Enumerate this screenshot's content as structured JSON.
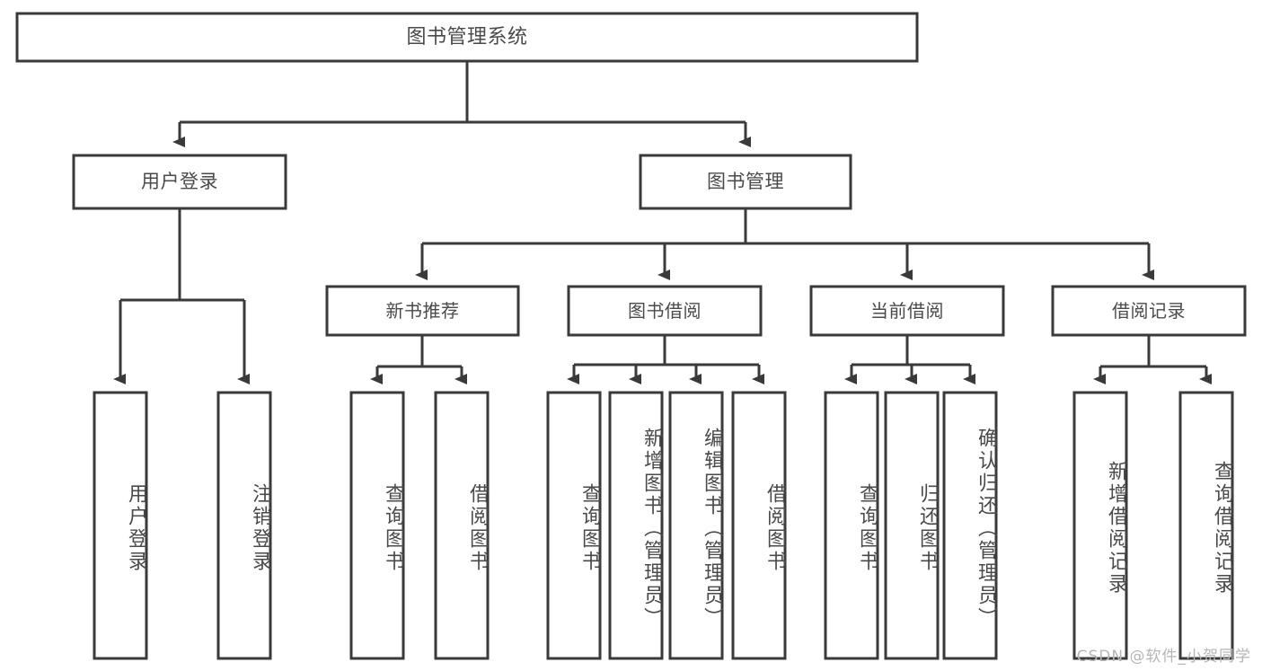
{
  "diagram": {
    "type": "hierarchy-tree",
    "title_node": {
      "label": "图书管理系统"
    },
    "level1": [
      {
        "id": "user-login",
        "label": "用户登录"
      },
      {
        "id": "book-management",
        "label": "图书管理"
      }
    ],
    "level2": [
      {
        "id": "new-book-recommend",
        "label": "新书推荐",
        "parent": "book-management"
      },
      {
        "id": "book-borrow",
        "label": "图书借阅",
        "parent": "book-management"
      },
      {
        "id": "current-borrow",
        "label": "当前借阅",
        "parent": "book-management"
      },
      {
        "id": "borrow-record",
        "label": "借阅记录",
        "parent": "book-management"
      }
    ],
    "leaves": [
      {
        "id": "leaf-user-login",
        "label": "用户登录",
        "parent": "user-login"
      },
      {
        "id": "leaf-logout-login",
        "label": "注销登录",
        "parent": "user-login"
      },
      {
        "id": "leaf-query-book-1",
        "label": "查询图书",
        "parent": "new-book-recommend"
      },
      {
        "id": "leaf-borrow-book-1",
        "label": "借阅图书",
        "parent": "new-book-recommend"
      },
      {
        "id": "leaf-query-book-2",
        "label": "查询图书",
        "parent": "book-borrow"
      },
      {
        "id": "leaf-add-book-admin",
        "label": "新增图书（管理员）",
        "parent": "book-borrow"
      },
      {
        "id": "leaf-edit-book-admin",
        "label": "编辑图书（管理员）",
        "parent": "book-borrow"
      },
      {
        "id": "leaf-borrow-book-2",
        "label": "借阅图书",
        "parent": "book-borrow"
      },
      {
        "id": "leaf-query-book-3",
        "label": "查询图书",
        "parent": "current-borrow"
      },
      {
        "id": "leaf-return-book",
        "label": "归还图书",
        "parent": "current-borrow"
      },
      {
        "id": "leaf-confirm-return-admin",
        "label": "确认归还（管理员）",
        "parent": "current-borrow"
      },
      {
        "id": "leaf-add-borrow-record",
        "label": "新增借阅记录",
        "parent": "borrow-record"
      },
      {
        "id": "leaf-query-borrow-record",
        "label": "查询借阅记录",
        "parent": "borrow-record"
      }
    ],
    "colors": {
      "stroke": "#3a3a3a",
      "fill": "#ffffff",
      "text": "#4a4a4a",
      "watermark": "#b6b6b6"
    }
  },
  "watermark": {
    "text": "CSDN @软件_小贺同学"
  }
}
